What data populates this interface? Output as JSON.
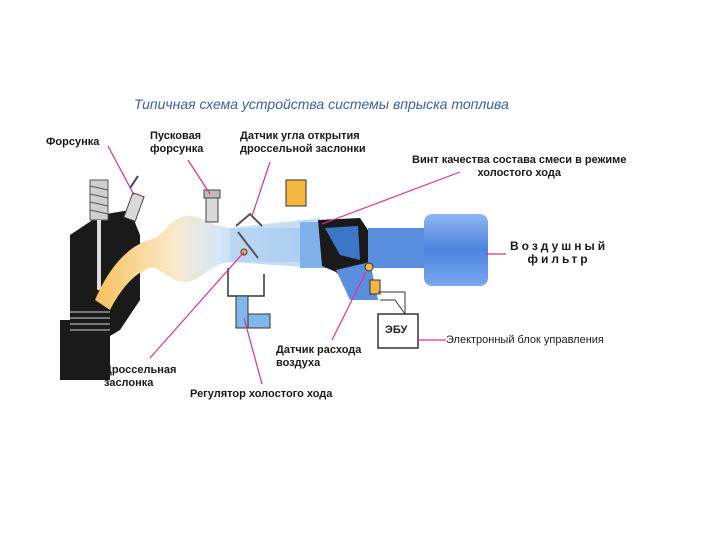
{
  "title": "Типичная схема устройства системы впрыска топлива",
  "labels": {
    "injector": "Форсунка",
    "start_injector": "Пусковая\nфорсунка",
    "throttle_sensor": "Датчик угла открытия\nдроссельной заслонки",
    "idle_screw": "Винт качества состава смеси в режиме\nхолостого хода",
    "air_filter": "Воздушный\nфильтр",
    "ecu_full": "Электронный блок управления",
    "ecu_short": "ЭБУ",
    "air_flow_sensor": "Датчик расхода\nвоздуха",
    "throttle_valve": "Дроссельная\nзаслонка",
    "idle_regulator": "Регулятор холостого хода"
  },
  "colors": {
    "title": "#3a5fa8",
    "leader": "#e0308a",
    "intake": "#f0b33a",
    "air_pipe": "#6aa6e8",
    "filter": "#5a8fe0",
    "sensor_box": "#f5b642",
    "engine": "#1a1a1a"
  }
}
